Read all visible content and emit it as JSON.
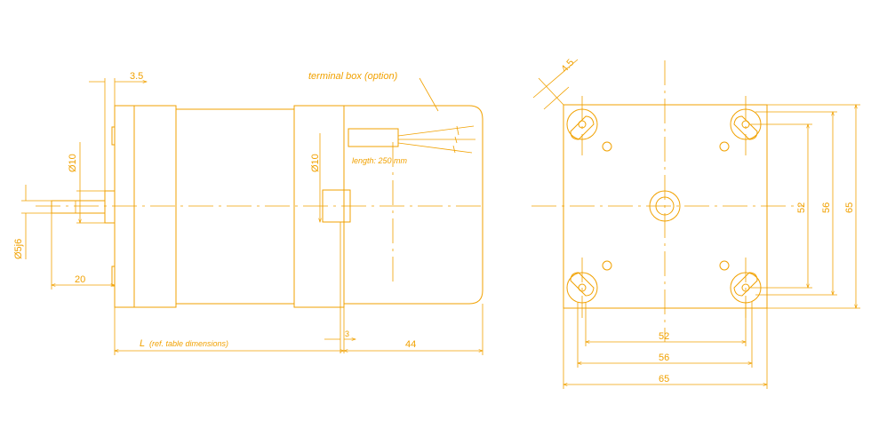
{
  "colors": {
    "line": "#f1a100",
    "background": "#ffffff"
  },
  "side_view": {
    "dim_flange_thickness": "3.5",
    "dim_pilot_diameter": "Ø10",
    "dim_shaft_diameter": "Ø5j6",
    "dim_shaft_length": "20",
    "dim_rear_diameter": "Ø10",
    "dim_rear_step": "3",
    "dim_length": "L",
    "dim_length_note": "(ref. table dimensions)",
    "dim_box_length": "44",
    "terminal_box_label": "terminal box (option)",
    "cable_length_label": "length: 250 mm"
  },
  "front_view": {
    "dim_chamfer": "4.5",
    "dim_hole_spacing_h": "52",
    "dim_flange_width_56": "56",
    "dim_flange_width_65": "65",
    "dim_hole_spacing_v": "52",
    "dim_height_56": "56",
    "dim_height_65": "65"
  }
}
